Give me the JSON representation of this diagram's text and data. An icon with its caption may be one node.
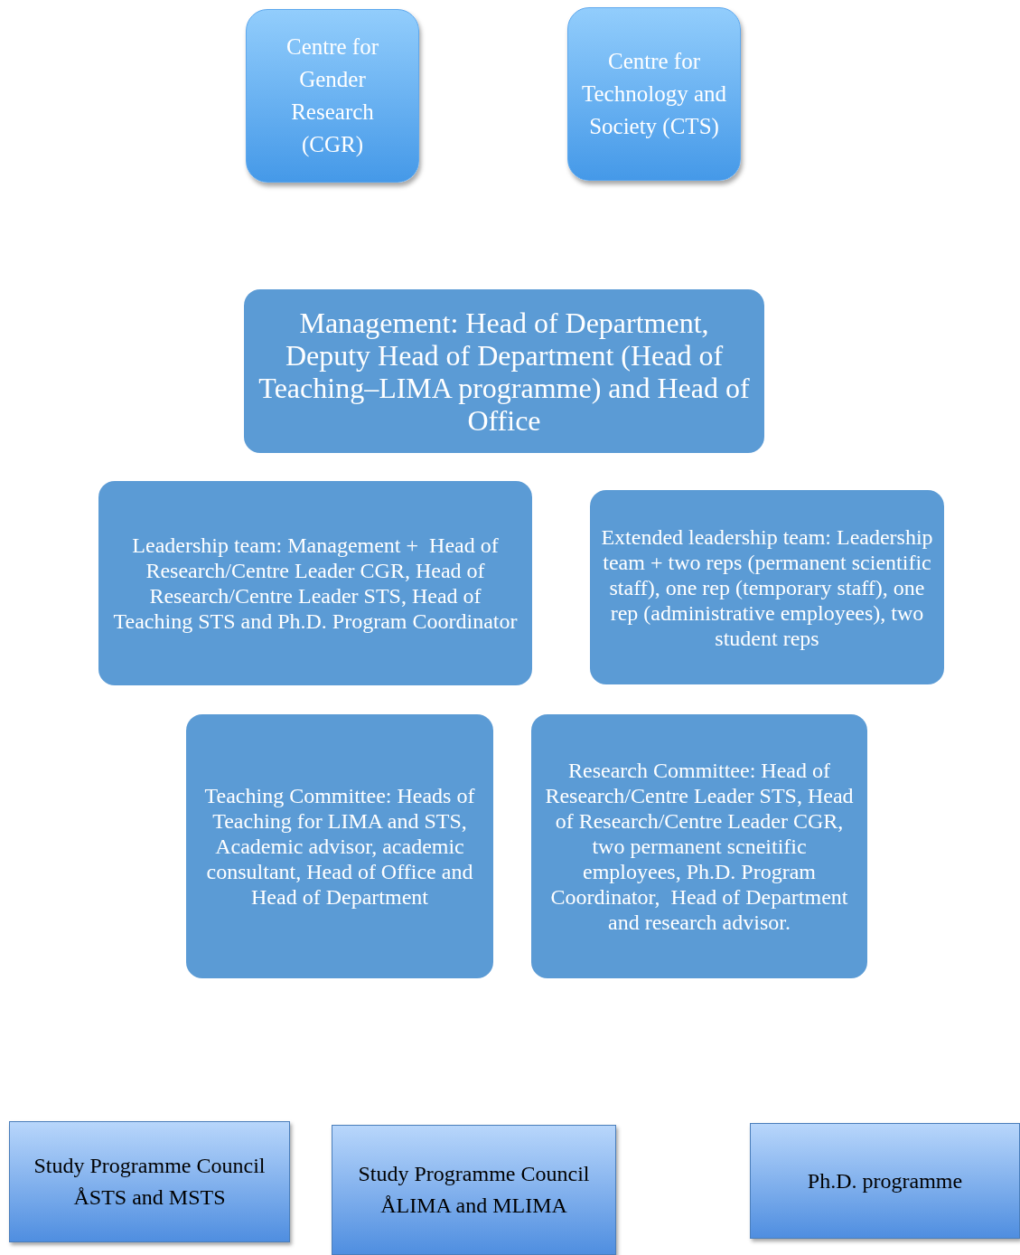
{
  "diagram": {
    "nodes": [
      {
        "text": [
          "Centre for Gender Research (CGR)"
        ]
      },
      {
        "text": [
          "Centre for Technology and Society (CTS)"
        ]
      },
      {
        "text": [
          "Management: Head of Department, Deputy Head of Department (Head of Teaching–LIMA programme) and Head of Office"
        ]
      },
      {
        "text": [
          "Leadership team: Management +  Head of Research/Centre Leader CGR, Head of Research/Centre Leader STS, Head of Teaching STS and Ph.D. Program Coordinator"
        ]
      },
      {
        "text": [
          "Extended leadership team: Leadership team + two reps (permanent scientific staff), one rep (temporary staff), one rep (administrative employees), two student reps"
        ]
      },
      {
        "text": [
          "Teaching Committee: Heads of Teaching for LIMA and STS, Academic advisor, academic consultant, Head of Office and Head of Department"
        ]
      },
      {
        "text": [
          "Research Committee: Head of Research/Centre Leader STS, Head of Research/Centre Leader CGR, two permanent scneitific employees, Ph.D. Program Coordinator,  Head of Department and research advisor."
        ]
      },
      {
        "text": [
          "Study Programme Council ÅSTS and MSTS"
        ]
      },
      {
        "text": [
          "Study Programme Council ÅLIMA and MLIMA"
        ]
      },
      {
        "text": [
          "Ph.D. programme"
        ]
      }
    ],
    "edges": []
  }
}
